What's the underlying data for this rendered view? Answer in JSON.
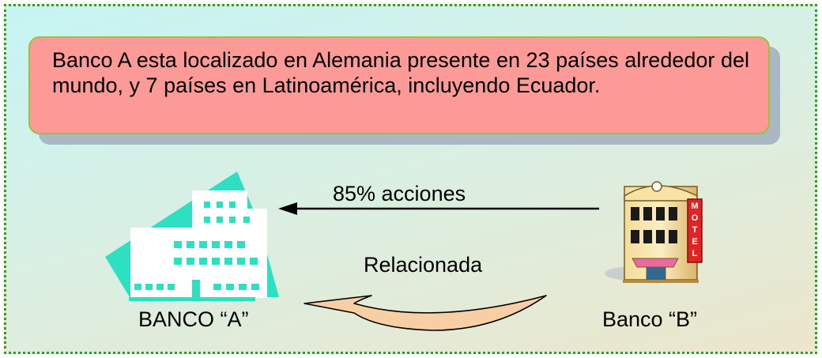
{
  "callout": {
    "text": "Banco A esta localizado en Alemania presente en 23 países alrededor del mundo, y 7 países en Latinoamérica, incluyendo Ecuador."
  },
  "arrow_top": {
    "label": "85% acciones"
  },
  "arrow_bottom": {
    "label": "Relacionada"
  },
  "bank_a": {
    "label": "BANCO “A”"
  },
  "bank_b": {
    "label": "Banco “B”",
    "sign_text": "MOTEL"
  },
  "colors": {
    "border": "#3a9a1a",
    "callout_fill": "#fc9a97",
    "callout_border": "#9cc13a",
    "building_a": "#2ee0c2",
    "curved_arrow": "#f8cfa4"
  }
}
